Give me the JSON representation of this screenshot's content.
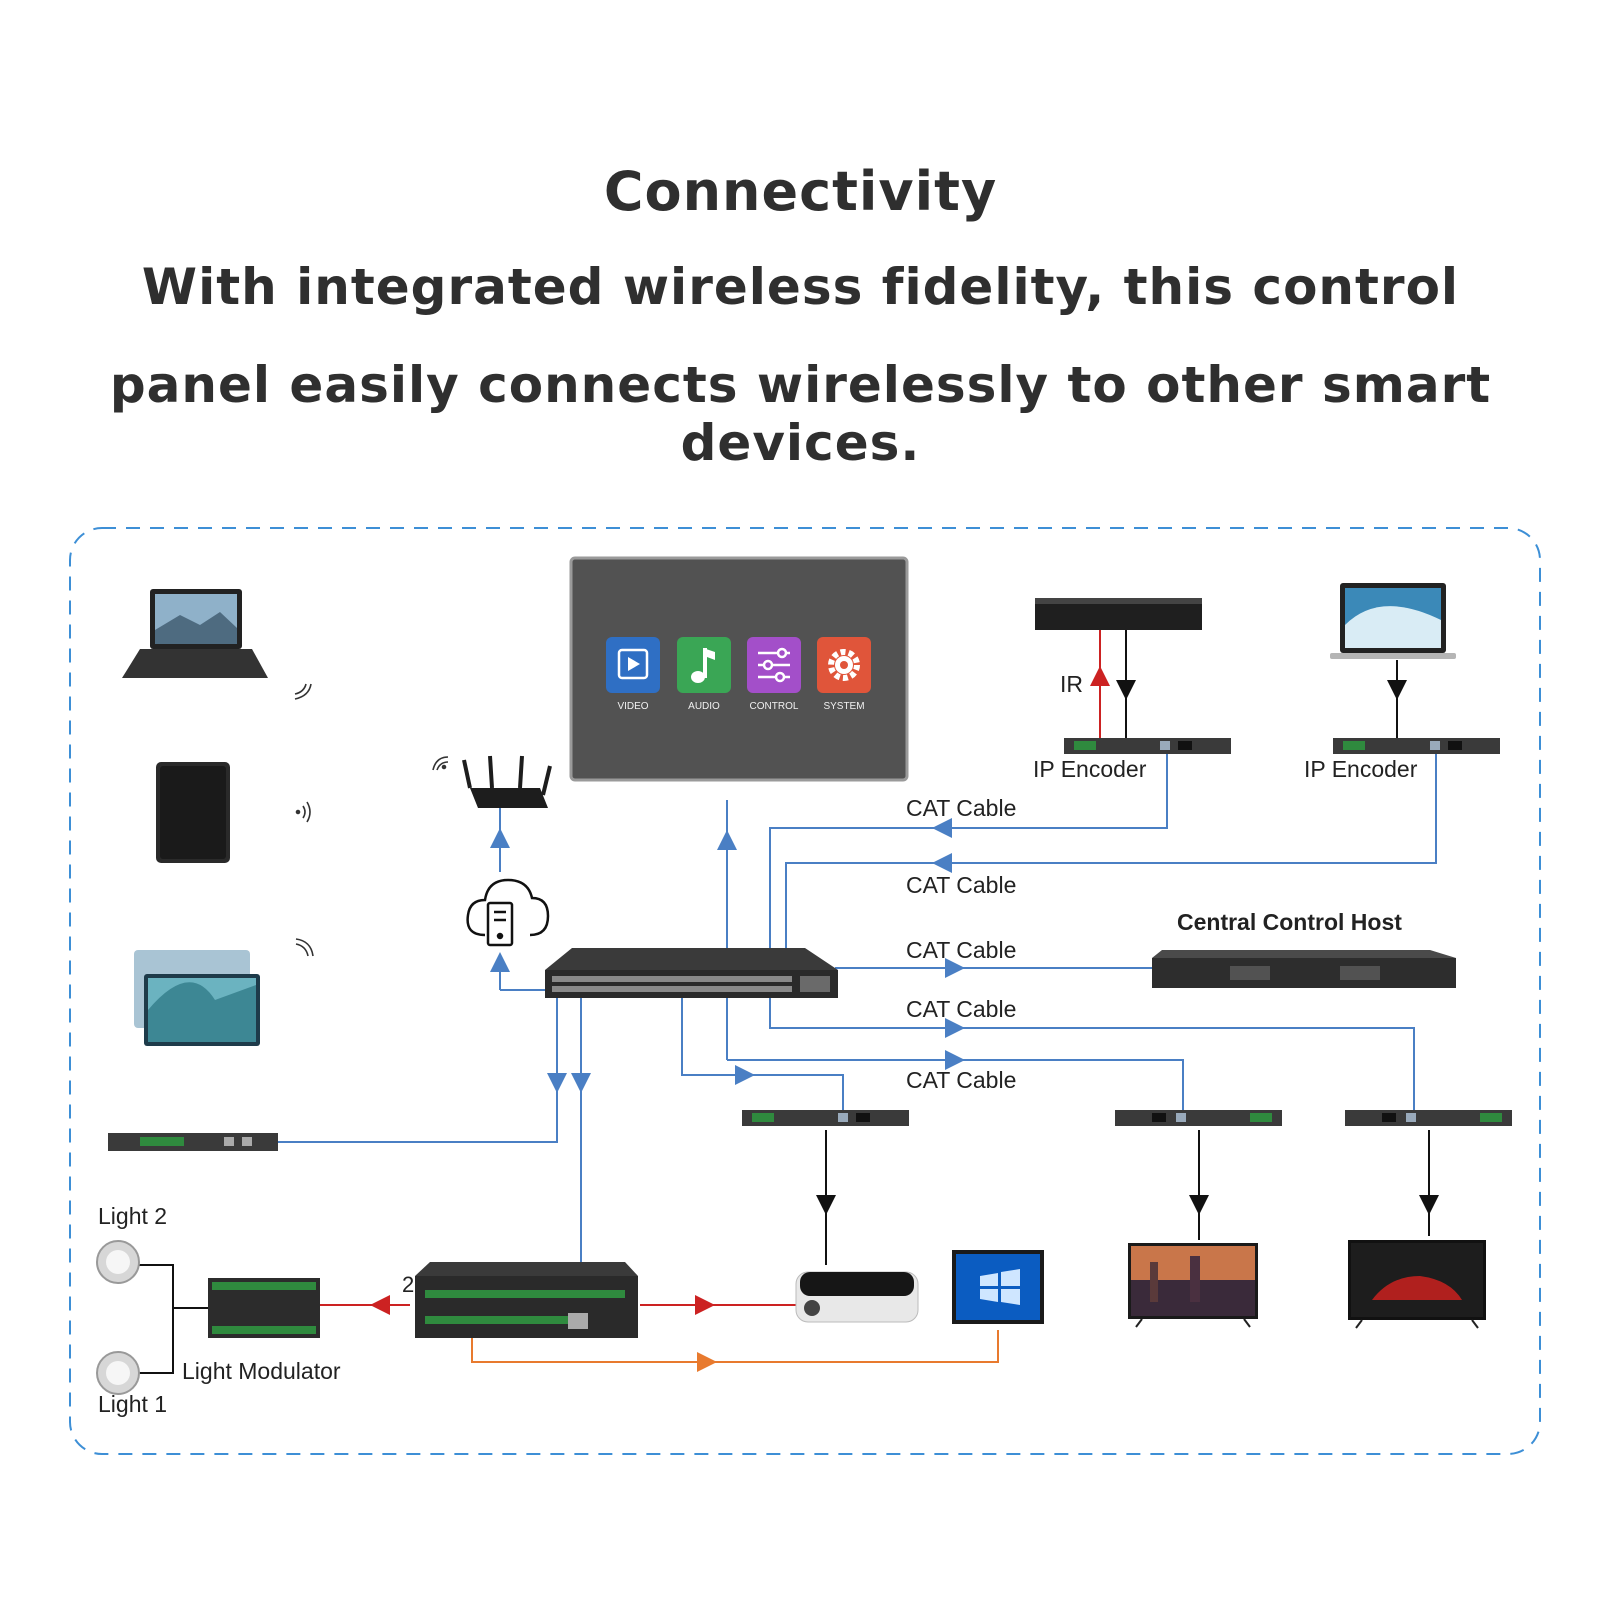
{
  "header": {
    "title": "Connectivity",
    "subtitle_line1": "With integrated wireless fidelity, this control",
    "subtitle_line2": "panel easily connects wirelessly to other smart devices."
  },
  "panel": {
    "apps": [
      {
        "label": "VIDEO",
        "icon": "play-icon",
        "color": "#2f6fc4"
      },
      {
        "label": "AUDIO",
        "icon": "music-note-icon",
        "color": "#3aa655"
      },
      {
        "label": "CONTROL",
        "icon": "sliders-icon",
        "color": "#a34fc9"
      },
      {
        "label": "SYSTEM",
        "icon": "gear-icon",
        "color": "#e0553a"
      }
    ]
  },
  "labels": {
    "ir": "IR",
    "ip_encoder_1": "IP Encoder",
    "ip_encoder_2": "IP Encoder",
    "cat_cable_1": "CAT Cable",
    "cat_cable_2": "CAT Cable",
    "cat_cable_3": "CAT Cable",
    "cat_cable_4": "CAT Cable",
    "cat_cable_5": "CAT Cable",
    "central_control_host": "Central Control Host",
    "light_2": "Light 2",
    "light_1": "Light 1",
    "light_modulator": "Light Modulator",
    "digit": "2"
  },
  "colors": {
    "network_line": "#4a7fc4",
    "signal_line": "#cc2222",
    "audio_line": "#e87a2e",
    "dashed_border": "#3d8fd6",
    "device_dark": "#2e2e2e"
  }
}
